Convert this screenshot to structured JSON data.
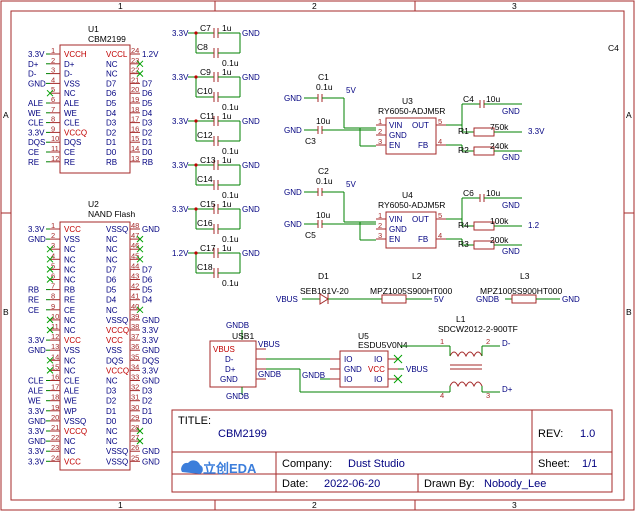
{
  "grid": {
    "cols": [
      "1",
      "2",
      "3"
    ],
    "rows": [
      "A",
      "B"
    ]
  },
  "corner_label": "C4",
  "u1": {
    "ref": "U1",
    "part": "CBM2199",
    "left_pins": [
      {
        "n": "1",
        "name": "VCCH",
        "red": true,
        "net": "3.3V"
      },
      {
        "n": "2",
        "name": "D+",
        "net": "D+"
      },
      {
        "n": "3",
        "name": "D-",
        "net": "D-"
      },
      {
        "n": "4",
        "name": "VSS",
        "net": "GND"
      },
      {
        "n": "5",
        "name": "NC",
        "net": ""
      },
      {
        "n": "6",
        "name": "ALE",
        "net": "ALE"
      },
      {
        "n": "7",
        "name": "WE",
        "net": "WE"
      },
      {
        "n": "8",
        "name": "CLE",
        "net": "CLE"
      },
      {
        "n": "9",
        "name": "VCCQ",
        "red": true,
        "net": "3.3V"
      },
      {
        "n": "10",
        "name": "DQS",
        "net": "DQS"
      },
      {
        "n": "11",
        "name": "CE",
        "net": "CE"
      },
      {
        "n": "12",
        "name": "RE",
        "net": "RE"
      }
    ],
    "right_pins": [
      {
        "n": "24",
        "name": "VCCL",
        "red": true,
        "net": "1.2V"
      },
      {
        "n": "23",
        "name": "NC",
        "net": ""
      },
      {
        "n": "22",
        "name": "NC",
        "net": ""
      },
      {
        "n": "21",
        "name": "D7",
        "net": "D7"
      },
      {
        "n": "20",
        "name": "D6",
        "net": "D6"
      },
      {
        "n": "19",
        "name": "D5",
        "net": "D5"
      },
      {
        "n": "18",
        "name": "D4",
        "net": "D4"
      },
      {
        "n": "17",
        "name": "D3",
        "net": "D3"
      },
      {
        "n": "16",
        "name": "D2",
        "net": "D2"
      },
      {
        "n": "15",
        "name": "D1",
        "net": "D1"
      },
      {
        "n": "14",
        "name": "D0",
        "net": "D0"
      },
      {
        "n": "13",
        "name": "RB",
        "net": "RB"
      }
    ]
  },
  "u2": {
    "ref": "U2",
    "part": "NAND Flash",
    "left_pins": [
      {
        "n": "1",
        "name": "VCC",
        "red": true,
        "net": "3.3V"
      },
      {
        "n": "2",
        "name": "VSS",
        "net": "GND"
      },
      {
        "n": "3",
        "name": "NC",
        "net": ""
      },
      {
        "n": "4",
        "name": "NC",
        "net": ""
      },
      {
        "n": "5",
        "name": "NC",
        "net": ""
      },
      {
        "n": "6",
        "name": "NC",
        "net": ""
      },
      {
        "n": "7",
        "name": "RB",
        "net": "RB"
      },
      {
        "n": "8",
        "name": "RE",
        "net": "RE"
      },
      {
        "n": "9",
        "name": "CE",
        "net": "CE"
      },
      {
        "n": "10",
        "name": "NC",
        "net": ""
      },
      {
        "n": "11",
        "name": "NC",
        "net": ""
      },
      {
        "n": "12",
        "name": "VCC",
        "red": true,
        "net": "3.3V"
      },
      {
        "n": "13",
        "name": "VSS",
        "net": "GND"
      },
      {
        "n": "14",
        "name": "NC",
        "net": ""
      },
      {
        "n": "15",
        "name": "NC",
        "net": ""
      },
      {
        "n": "16",
        "name": "CLE",
        "net": "CLE"
      },
      {
        "n": "17",
        "name": "ALE",
        "net": "ALE"
      },
      {
        "n": "18",
        "name": "WE",
        "net": "WE"
      },
      {
        "n": "19",
        "name": "WP",
        "net": "3.3V"
      },
      {
        "n": "20",
        "name": "VSSQ",
        "net": "GND"
      },
      {
        "n": "21",
        "name": "VCCQ",
        "red": true,
        "net": "3.3V"
      },
      {
        "n": "22",
        "name": "NC",
        "net": "GND"
      },
      {
        "n": "23",
        "name": "NC",
        "net": "3.3V"
      },
      {
        "n": "24",
        "name": "VCC",
        "red": true,
        "net": "3.3V"
      }
    ],
    "right_pins": [
      {
        "n": "48",
        "name": "VSSQ",
        "net": "GND"
      },
      {
        "n": "47",
        "name": "NC",
        "net": ""
      },
      {
        "n": "46",
        "name": "NC",
        "net": ""
      },
      {
        "n": "45",
        "name": "NC",
        "net": ""
      },
      {
        "n": "44",
        "name": "D7",
        "net": "D7"
      },
      {
        "n": "43",
        "name": "D6",
        "net": "D6"
      },
      {
        "n": "42",
        "name": "D5",
        "net": "D5"
      },
      {
        "n": "41",
        "name": "D4",
        "net": "D4"
      },
      {
        "n": "40",
        "name": "NC",
        "net": ""
      },
      {
        "n": "39",
        "name": "VSSQ",
        "net": "GND"
      },
      {
        "n": "38",
        "name": "VCCQ",
        "red": true,
        "net": "3.3V"
      },
      {
        "n": "37",
        "name": "VCC",
        "red": true,
        "net": "3.3V"
      },
      {
        "n": "36",
        "name": "VSS",
        "net": "GND"
      },
      {
        "n": "35",
        "name": "DQS",
        "net": "DQS"
      },
      {
        "n": "34",
        "name": "VCCQ",
        "red": true,
        "net": "3.3V"
      },
      {
        "n": "33",
        "name": "NC",
        "net": "GND"
      },
      {
        "n": "32",
        "name": "D3",
        "net": "D3"
      },
      {
        "n": "31",
        "name": "D2",
        "net": "D2"
      },
      {
        "n": "30",
        "name": "D1",
        "net": "D1"
      },
      {
        "n": "29",
        "name": "D0",
        "net": "D0"
      },
      {
        "n": "28",
        "name": "NC",
        "net": ""
      },
      {
        "n": "27",
        "name": "NC",
        "net": ""
      },
      {
        "n": "26",
        "name": "VSSQ",
        "net": "GND"
      },
      {
        "n": "25",
        "name": "VSSQ",
        "net": "GND"
      }
    ]
  },
  "decoupling": [
    {
      "net": "3.3V",
      "top": {
        "ref": "C7",
        "value": "1u"
      },
      "bottom": {
        "ref": "C8",
        "value": "0.1u"
      },
      "gnd": "GND"
    },
    {
      "net": "3.3V",
      "top": {
        "ref": "C9",
        "value": "1u"
      },
      "bottom": {
        "ref": "C10",
        "value": "0.1u"
      },
      "gnd": "GND"
    },
    {
      "net": "3.3V",
      "top": {
        "ref": "C11",
        "value": "1u"
      },
      "bottom": {
        "ref": "C12",
        "value": "0.1u"
      },
      "gnd": "GND"
    },
    {
      "net": "3.3V",
      "top": {
        "ref": "C13",
        "value": "1u"
      },
      "bottom": {
        "ref": "C14",
        "value": "0.1u"
      },
      "gnd": "GND"
    },
    {
      "net": "3.3V",
      "top": {
        "ref": "C15",
        "value": "1u"
      },
      "bottom": {
        "ref": "C16",
        "value": "0.1u"
      },
      "gnd": "GND"
    },
    {
      "net": "1.2V",
      "top": {
        "ref": "C17",
        "value": "1u"
      },
      "bottom": {
        "ref": "C18",
        "value": "0.1u"
      },
      "gnd": "GND"
    }
  ],
  "regulators": [
    {
      "ref": "U3",
      "part": "RY6050-ADJM5R",
      "cin1": {
        "ref": "C1",
        "value": "0.1u"
      },
      "cin2": {
        "ref": "C3",
        "value": "10u"
      },
      "cout": {
        "ref": "C4",
        "value": "10u"
      },
      "r_top": {
        "ref": "R1",
        "value": "750k"
      },
      "r_bot": {
        "ref": "R2",
        "value": "240k"
      },
      "vin": "5V",
      "vout": "3.3V",
      "pins": {
        "vin": "VIN",
        "gnd": "GND",
        "en": "EN",
        "out": "OUT",
        "fb": "FB"
      }
    },
    {
      "ref": "U4",
      "part": "RY6050-ADJM5R",
      "cin1": {
        "ref": "C2",
        "value": "0.1u"
      },
      "cin2": {
        "ref": "C5",
        "value": "10u"
      },
      "cout": {
        "ref": "C6",
        "value": "10u"
      },
      "r_top": {
        "ref": "R4",
        "value": "100k"
      },
      "r_bot": {
        "ref": "R3",
        "value": "200k"
      },
      "vin": "5V",
      "vout": "1.2",
      "pins": {
        "vin": "VIN",
        "gnd": "GND",
        "en": "EN",
        "out": "OUT",
        "fb": "FB"
      }
    }
  ],
  "power_in": {
    "diode": {
      "ref": "D1",
      "part": "SEB161V-20"
    },
    "l2": {
      "ref": "L2",
      "part": "MPZ1005S900HT000"
    },
    "l3": {
      "ref": "L3",
      "part": "MPZ1005S900HT000"
    },
    "vbus": "VBUS",
    "v5": "5V",
    "gndb": "GNDB",
    "gnd": "GND"
  },
  "usb": {
    "ref": "USB1",
    "pins": [
      "VBUS",
      "D-",
      "D+",
      "GND"
    ],
    "nets": {
      "vbus": "VBUS",
      "gndb": "GNDB"
    }
  },
  "esd": {
    "ref": "U5",
    "part": "ESDU5V0N4",
    "left": [
      "IO",
      "GND",
      "IO"
    ],
    "right": [
      "IO",
      "VCC",
      "IO"
    ],
    "vbus": "VBUS",
    "gndb": "GNDB"
  },
  "cmc": {
    "ref": "L1",
    "part": "SDCW2012-2-900TF",
    "pins": [
      "1",
      "2",
      "3",
      "4"
    ],
    "out_top": "D-",
    "out_bottom": "D+"
  },
  "title_block": {
    "title_label": "TITLE:",
    "title": "CBM2199",
    "rev_label": "REV:",
    "rev": "1.0",
    "company_label": "Company:",
    "company": "Dust Studio",
    "sheet_label": "Sheet:",
    "sheet": "1/1",
    "date_label": "Date:",
    "date": "2022-06-20",
    "drawn_label": "Drawn By:",
    "drawn": "Nobody_Lee",
    "logo": "立创EDA"
  }
}
